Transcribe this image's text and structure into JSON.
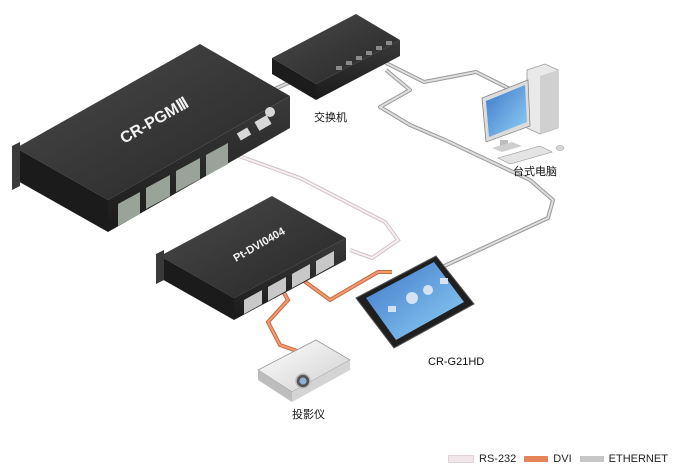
{
  "nodes": {
    "switch": {
      "label": "交换机"
    },
    "pc": {
      "label": "台式电脑"
    },
    "cr_pgm": {
      "label": "CR-PGMⅢ"
    },
    "pt_dvi": {
      "label": "Pt-DVI0404"
    },
    "touch_panel": {
      "label": "CR-G21HD"
    },
    "projector": {
      "label": "投影仪"
    }
  },
  "legend": [
    {
      "label": "RS-232",
      "color": "#f3e6ea"
    },
    {
      "label": "DVI",
      "color": "#e6855a"
    },
    {
      "label": "ETHERNET",
      "color": "#c7c7c7"
    }
  ],
  "colors": {
    "rs232": "#f3e6ea",
    "dvi": "#e6855a",
    "ethernet": "#c7c7c7",
    "device": "#2b2b2b"
  }
}
